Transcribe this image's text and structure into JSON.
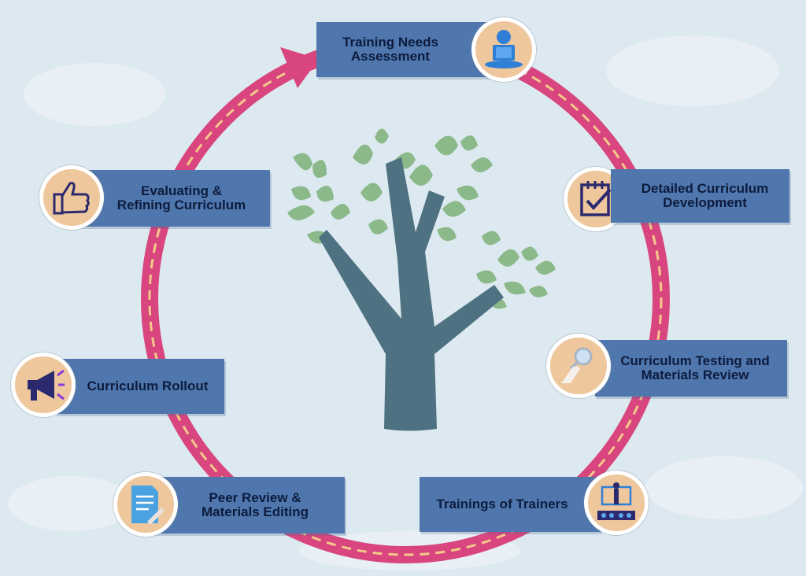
{
  "steps": [
    {
      "label": "Training Needs\nAssessment",
      "icon": "person-laptop-icon"
    },
    {
      "label": "Detailed Curriculum\nDevelopment",
      "icon": "checklist-clipboard-icon"
    },
    {
      "label": "Curriculum Testing and\nMaterials Review",
      "icon": "magnifier-hand-icon"
    },
    {
      "label": "Trainings of Trainers",
      "icon": "presenter-audience-icon"
    },
    {
      "label": "Peer Review &\nMaterials Editing",
      "icon": "document-pen-icon"
    },
    {
      "label": "Curriculum Rollout",
      "icon": "megaphone-icon"
    },
    {
      "label": "Evaluating &\nRefining Curriculum",
      "icon": "thumbs-up-icon"
    }
  ],
  "colors": {
    "background": "#dde9f0",
    "cycle_ring": "#d8457f",
    "ring_dashes": "#f4c98a",
    "label_box": "#4f77ad",
    "label_text": "#0d1b3d",
    "icon_circle": "#efc79c",
    "tree_trunk": "#4e7281",
    "tree_leaves": "#8bb98a"
  }
}
